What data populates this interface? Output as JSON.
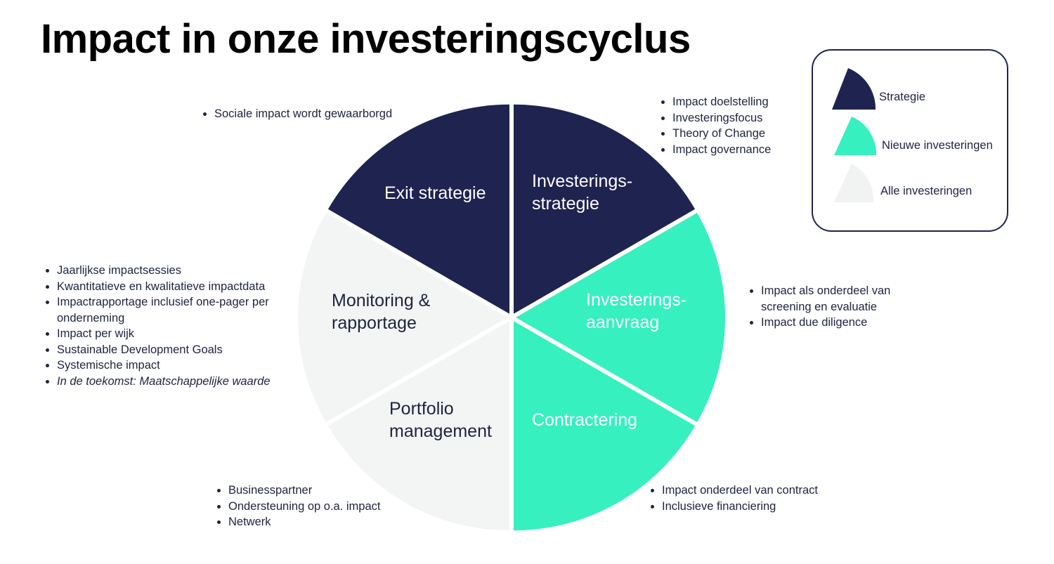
{
  "title": "Impact in onze investeringscyclus",
  "colors": {
    "strategy": "#1f2350",
    "new_investments": "#36f0c0",
    "all_investments": "#f3f4f4",
    "dark_text": "#1f2340",
    "light_text": "#ffffff"
  },
  "segments": [
    {
      "id": "investeringsstrategie",
      "lines": [
        "Investerings-",
        "strategie"
      ],
      "category": "strategy"
    },
    {
      "id": "investeringsaanvraag",
      "lines": [
        "Investerings-",
        "aanvraag"
      ],
      "category": "new_investments"
    },
    {
      "id": "contractering",
      "lines": [
        "Contractering"
      ],
      "category": "new_investments"
    },
    {
      "id": "portfolio-management",
      "lines": [
        "Portfolio",
        "management"
      ],
      "category": "all_investments"
    },
    {
      "id": "monitoring-rapportage",
      "lines": [
        "Monitoring &",
        "rapportage"
      ],
      "category": "all_investments"
    },
    {
      "id": "exit-strategie",
      "lines": [
        "Exit strategie"
      ],
      "category": "strategy"
    }
  ],
  "notes": {
    "exit": [
      "Sociale impact wordt gewaarborgd"
    ],
    "strategy": [
      "Impact doelstelling",
      "Investeringsfocus",
      "Theory of Change",
      "Impact governance"
    ],
    "application": [
      "Impact als onderdeel van screening en evaluatie",
      "Impact due diligence"
    ],
    "contracting": [
      "Impact onderdeel van contract",
      "Inclusieve financiering"
    ],
    "portfolio": [
      "Businesspartner",
      "Ondersteuning op o.a. impact",
      "Netwerk"
    ],
    "monitoring": [
      "Jaarlijkse impactsessies",
      "Kwantitatieve en kwalitatieve impactdata",
      "Impactrapportage inclusief one-pager per onderneming",
      "Impact per wijk",
      "Sustainable Development Goals",
      "Systemische impact"
    ],
    "monitoring_future": "In de toekomst: Maatschappelijke waarde"
  },
  "legend": {
    "items": [
      {
        "label": "Strategie",
        "category": "strategy"
      },
      {
        "label": "Nieuwe investeringen",
        "category": "new_investments"
      },
      {
        "label": "Alle investeringen",
        "category": "all_investments"
      }
    ]
  }
}
